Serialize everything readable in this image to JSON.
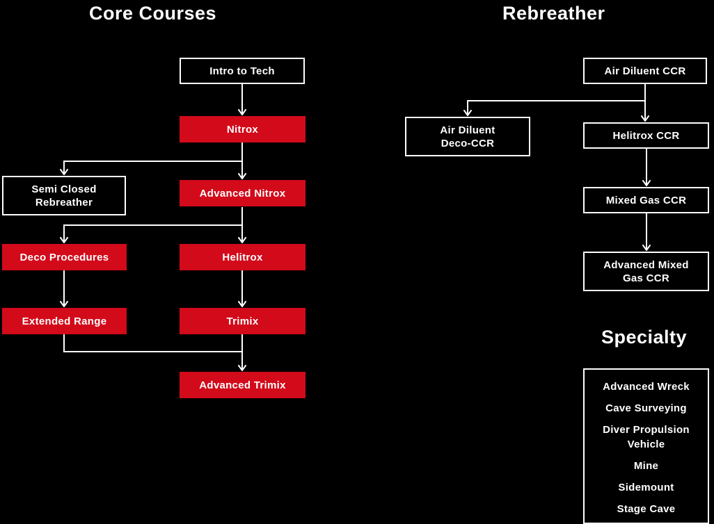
{
  "titles": {
    "core": "Core Courses",
    "rebreather": "Rebreather",
    "specialty": "Specialty"
  },
  "colors": {
    "background": "#000000",
    "node_red": "#d20a1a",
    "node_outline": "#ffffff",
    "text": "#ffffff"
  },
  "nodes": {
    "intro_to_tech": {
      "label": "Intro to Tech"
    },
    "nitrox": {
      "label": "Nitrox"
    },
    "semi_closed_rebreather": {
      "label": "Semi Closed Rebreather"
    },
    "advanced_nitrox": {
      "label": "Advanced Nitrox"
    },
    "deco_procedures": {
      "label": "Deco Procedures"
    },
    "helitrox": {
      "label": "Helitrox"
    },
    "extended_range": {
      "label": "Extended Range"
    },
    "trimix": {
      "label": "Trimix"
    },
    "advanced_trimix": {
      "label": "Advanced Trimix"
    },
    "air_diluent_ccr": {
      "label": "Air Diluent CCR"
    },
    "air_diluent_deco_ccr": {
      "label": "Air Diluent Deco-CCR"
    },
    "helitrox_ccr": {
      "label": "Helitrox CCR"
    },
    "mixed_gas_ccr": {
      "label": "Mixed Gas CCR"
    },
    "advanced_mixed_gas_ccr": {
      "label": "Advanced Mixed Gas CCR"
    }
  },
  "specialty": {
    "items": [
      "Advanced Wreck",
      "Cave Surveying",
      "Diver Propulsion Vehicle",
      "Mine",
      "Sidemount",
      "Stage Cave"
    ]
  }
}
